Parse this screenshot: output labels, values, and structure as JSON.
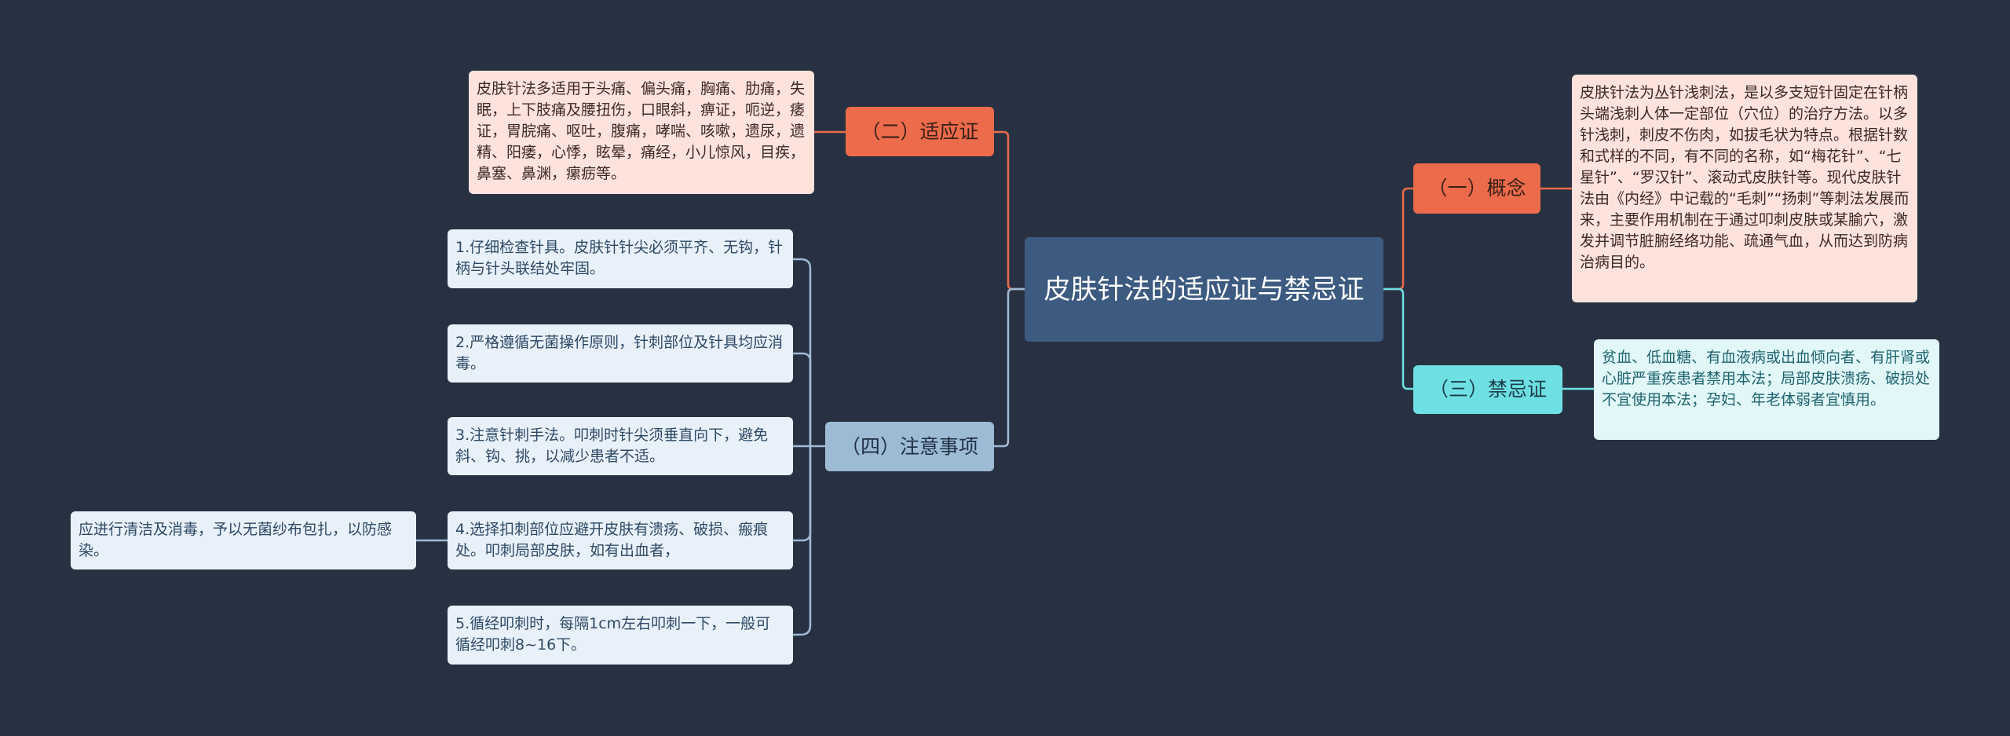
{
  "colors": {
    "background": "#283142",
    "center": "#3d5a80",
    "orange": "#eb6b4b",
    "cyan": "#6ee0e3",
    "blue": "#9dbbd5"
  },
  "center": {
    "title": "皮肤针法的适应证与禁忌证"
  },
  "branches": {
    "concept": {
      "label": "（一）概念",
      "text": "皮肤针法为丛针浅刺法，是以多支短针固定在针柄头端浅刺人体一定部位（穴位）的治疗方法。以多针浅刺，刺皮不伤肉，如拔毛状为特点。根据针数和式样的不同，有不同的名称，如“梅花针”、“七星针”、“罗汉针”、滚动式皮肤针等。现代皮肤针法由《内经》中记载的“毛刺”“扬刺”等刺法发展而来，主要作用机制在于通过叩刺皮肤或某腧穴，激发并调节脏腑经络功能、疏通气血，从而达到防病治病目的。"
    },
    "indications": {
      "label": "（二）适应证",
      "text": "皮肤针法多适用于头痛、偏头痛，胸痛、肋痛，失眠，上下肢痛及腰扭伤，口眼斜，痹证，呃逆，痿证，胃脘痛、呕吐，腹痛，哮喘、咳嗽，遗尿，遗精、阳痿，心悸，眩晕，痛经，小儿惊风，目疾，鼻塞、鼻渊，瘰疬等。"
    },
    "contraindications": {
      "label": "（三）禁忌证",
      "text": "贫血、低血糖、有血液病或出血倾向者、有肝肾或心脏严重疾患者禁用本法；局部皮肤溃疡、破损处不宜使用本法；孕妇、年老体弱者宜慎用。"
    },
    "precautions": {
      "label": "（四）注意事项",
      "items": [
        "1.仔细检查针具。皮肤针针尖必须平齐、无钩，针柄与针头联结处牢固。",
        "2.严格遵循无菌操作原则，针刺部位及针具均应消毒。",
        "3.注意针刺手法。叩刺时针尖须垂直向下，避免斜、钩、挑，以减少患者不适。",
        "4.选择扣刺部位应避开皮肤有溃疡、破损、瘢痕处。叩刺局部皮肤，如有出血者，",
        "5.循经叩刺时，每隔1cm左右叩刺一下，一般可循经叩刺8~16下。"
      ],
      "sub_item": "应进行清洁及消毒，予以无菌纱布包扎，以防感染。"
    }
  }
}
